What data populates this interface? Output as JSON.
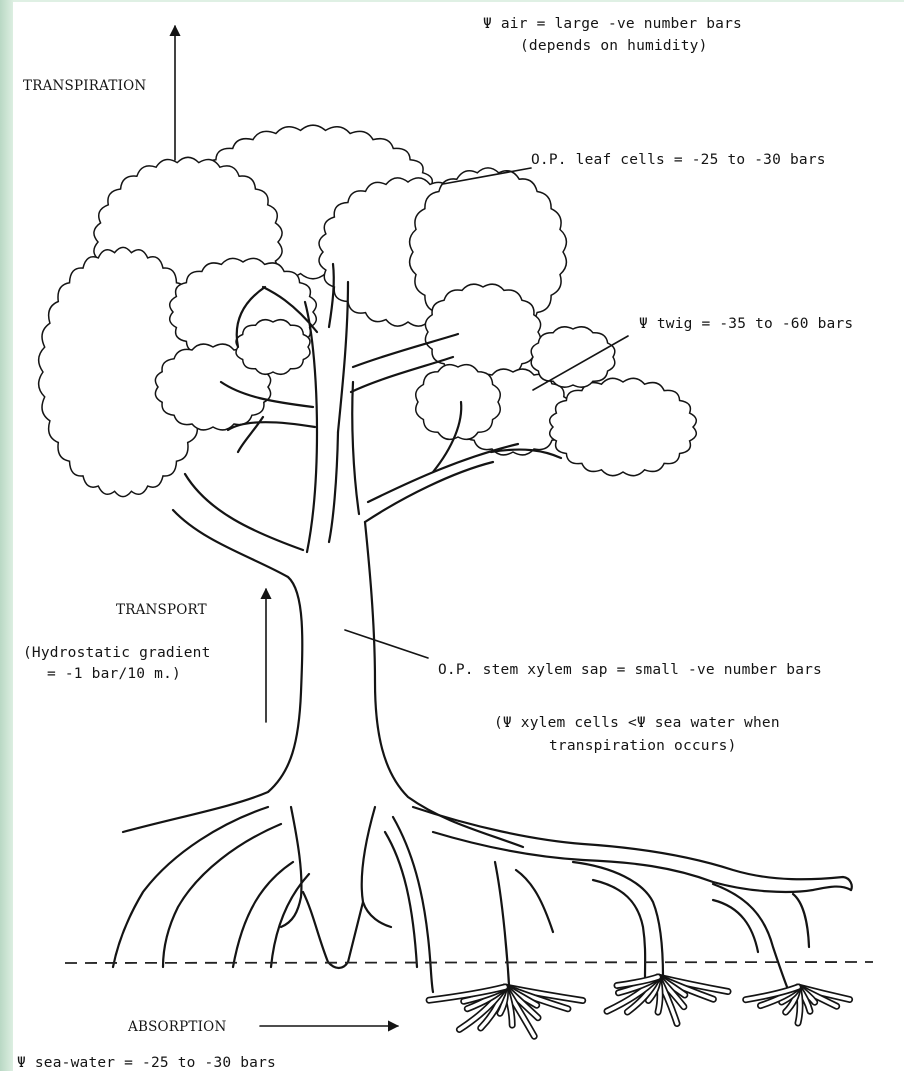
{
  "labels": {
    "air": "Ψ air = large -ve number bars",
    "air_note": "(depends on humidity)",
    "transpiration": "TRANSPIRATION",
    "leaf_cells": "O.P. leaf cells = -25 to -30 bars",
    "twig": "Ψ twig = -35 to -60 bars",
    "transport": "TRANSPORT",
    "gradient_1": "(Hydrostatic gradient",
    "gradient_2": "= -1 bar/10 m.)",
    "stem_xylem": "O.P. stem xylem sap = small -ve number bars",
    "xylem_note_1": "(Ψ xylem cells <Ψ sea water when",
    "xylem_note_2": "transpiration occurs)",
    "absorption": "ABSORPTION",
    "sea_water": "Ψ sea-water = -25 to -30 bars"
  },
  "colors": {
    "background_left": "#c9e3d1",
    "paper": "#ffffff",
    "ink": "#141414"
  }
}
